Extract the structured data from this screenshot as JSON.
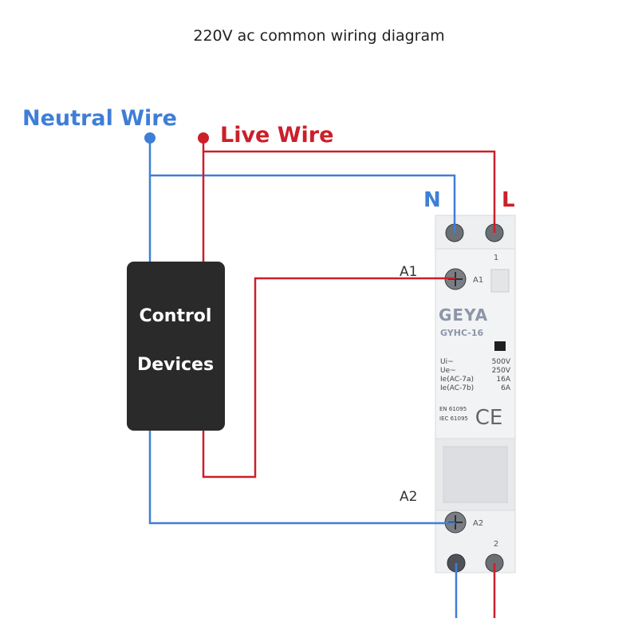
{
  "title": "220V ac common wiring diagram",
  "labels": {
    "neutral_wire": "Neutral Wire",
    "live_wire": "Live Wire",
    "n": "N",
    "l": "L",
    "a1": "A1",
    "a2": "A2"
  },
  "control_box": {
    "line1": "Control",
    "line2": "Devices"
  },
  "contactor": {
    "terminal_top": "1",
    "terminal_bottom": "2",
    "a1_mark": "A1",
    "a2_mark": "A2",
    "brand": "GEYA",
    "model": "GYHC-16",
    "specs": [
      {
        "key": "Ui~",
        "value": "500V"
      },
      {
        "key": "Ue~",
        "value": "250V"
      },
      {
        "key": "Ie(AC-7a)",
        "value": "16A"
      },
      {
        "key": "Ie(AC-7b)",
        "value": "6A"
      }
    ],
    "standards": [
      "EN 61095",
      "IEC 61095"
    ],
    "ce_mark": "CE"
  },
  "colors": {
    "neutral": "#3f7ed6",
    "live": "#cc1f2a",
    "box": "#2a2a2a",
    "body": "#eeeff1"
  }
}
